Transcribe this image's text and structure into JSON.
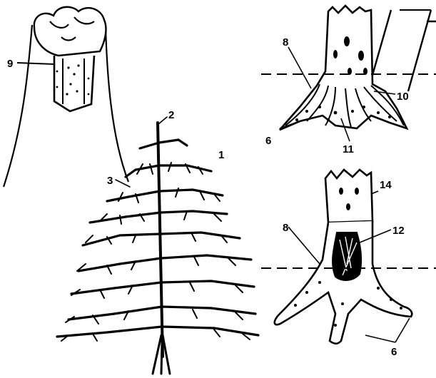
{
  "labels": {
    "l1": "1",
    "l2": "2",
    "l3": "3",
    "l6a": "6",
    "l6b": "6",
    "l8a": "8",
    "l8b": "8",
    "l9": "9",
    "l10": "10",
    "l11": "11",
    "l12": "12",
    "l14": "14"
  },
  "colors": {
    "ink": "#000000",
    "paper": "#ffffff"
  }
}
